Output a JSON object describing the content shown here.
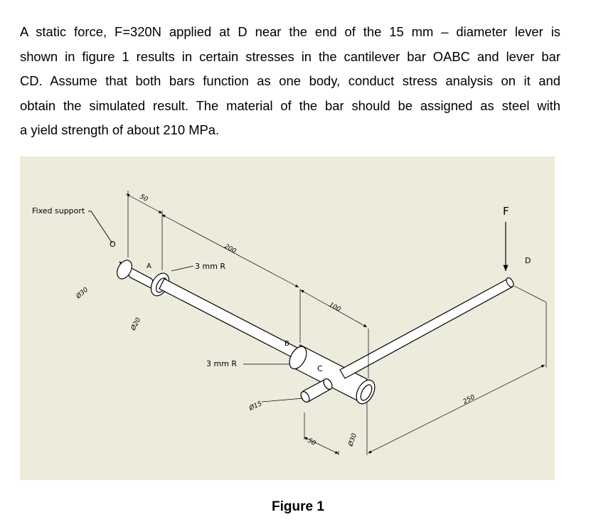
{
  "problem": {
    "lines": [
      "A static force, F=320N applied at D near the end of the 15 mm – diameter lever is",
      "shown in figure 1 results in certain stresses in the cantilever bar OABC and lever bar",
      "CD. Assume that both bars function as one body, conduct stress analysis on it and",
      "obtain the simulated result. The material of the bar should be assigned as steel with",
      "a yield strength of about 210 MPa."
    ]
  },
  "figure": {
    "caption": "Figure 1",
    "labels": {
      "fixed_support": "Fixed support",
      "O": "O",
      "A": "A",
      "B": "B",
      "C": "C",
      "D": "D",
      "F": "F",
      "radius_top": "3 mm R",
      "radius_bottom": "3 mm R"
    },
    "dimensions": {
      "d50_top": "50",
      "d200": "200",
      "d100": "100",
      "d50_bottom": "50",
      "d250": "250",
      "dia30_left": "Ø30",
      "dia20": "Ø20",
      "dia15": "Ø15",
      "dia30_right": "Ø30"
    }
  }
}
